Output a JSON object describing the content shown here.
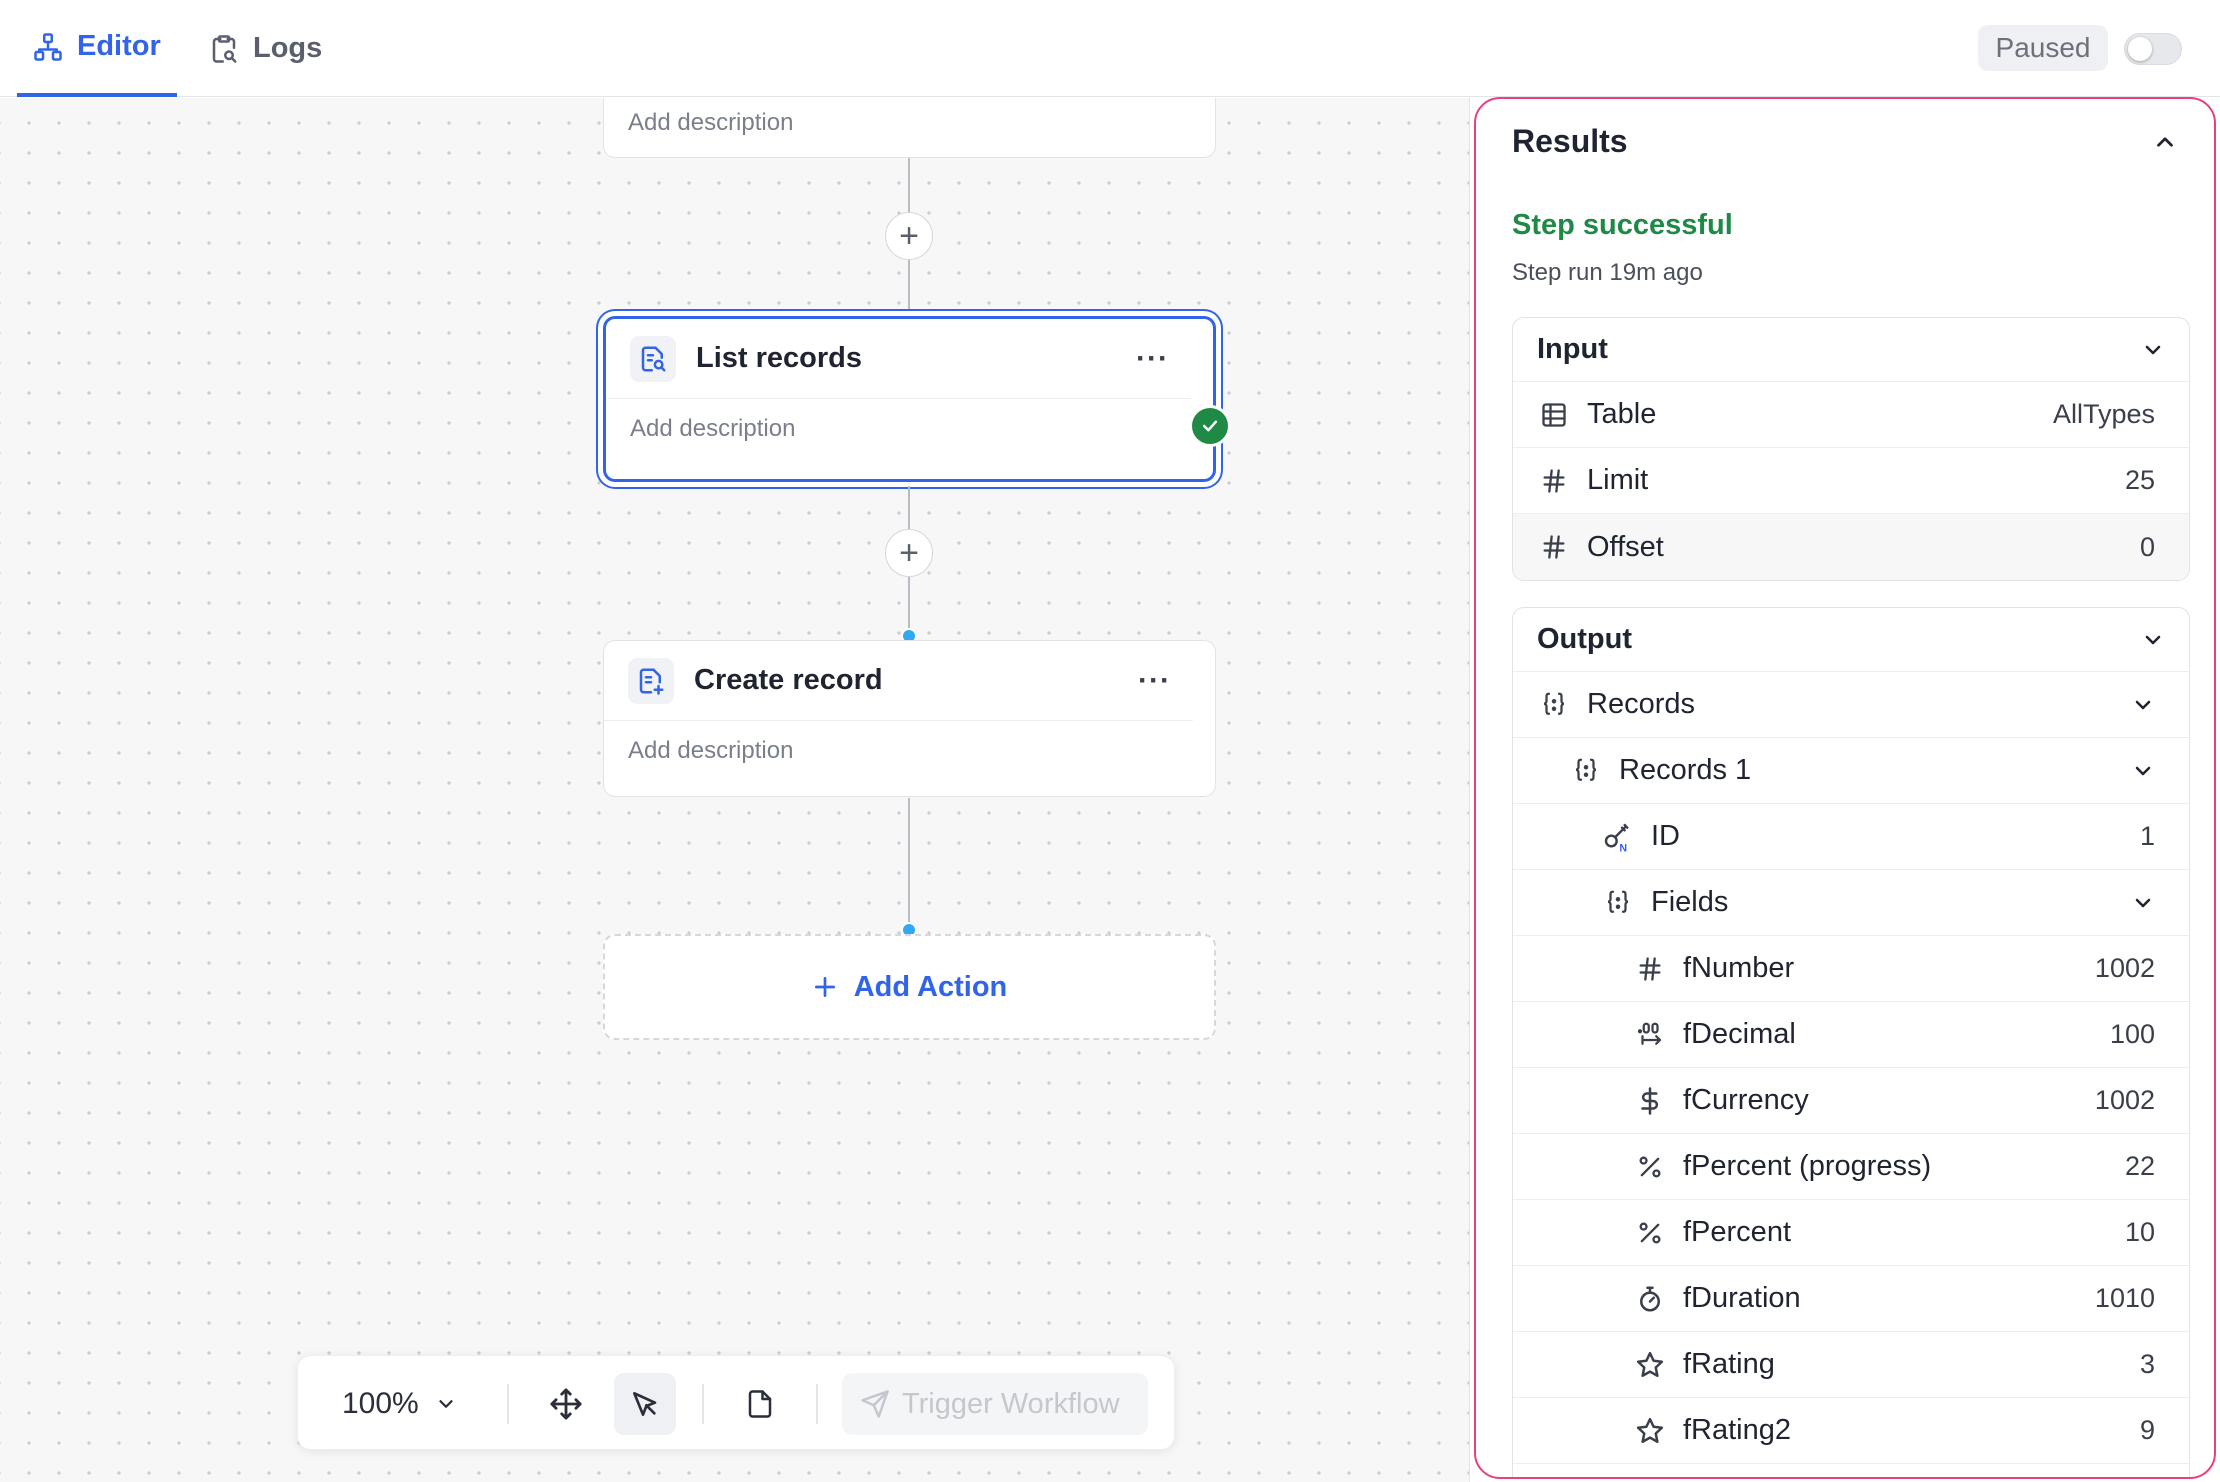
{
  "tabs": [
    {
      "label": "Editor",
      "icon": "workflow-icon",
      "active": true
    },
    {
      "label": "Logs",
      "icon": "clipboard-search-icon",
      "active": false
    }
  ],
  "status": {
    "label": "Paused",
    "enabled": false
  },
  "canvas": {
    "nodes": [
      {
        "title": "",
        "description": "Add description",
        "partial": true
      },
      {
        "title": "List records",
        "description": "Add description",
        "icon": "list-records-icon",
        "selected": true,
        "success": true
      },
      {
        "title": "Create record",
        "description": "Add description",
        "icon": "create-record-icon",
        "selected": false
      }
    ],
    "add_action": "Add Action"
  },
  "toolbar": {
    "zoom": "100%",
    "trigger": "Trigger Workflow"
  },
  "results": {
    "title": "Results",
    "status": "Step successful",
    "time": "Step run 19m ago",
    "input": {
      "title": "Input",
      "rows": [
        {
          "icon": "table-icon",
          "label": "Table",
          "value": "AllTypes"
        },
        {
          "icon": "hash-icon",
          "label": "Limit",
          "value": "25"
        },
        {
          "icon": "hash-icon",
          "label": "Offset",
          "value": "0"
        }
      ]
    },
    "output": {
      "title": "Output",
      "rows": [
        {
          "icon": "object-braces-icon",
          "label": "Records",
          "value": "",
          "depth": 0,
          "expandable": true
        },
        {
          "icon": "object-braces-icon",
          "label": "Records 1",
          "value": "",
          "depth": 1,
          "expandable": true
        },
        {
          "icon": "key-icon",
          "label": "ID",
          "value": "1",
          "depth": 2,
          "expandable": false
        },
        {
          "icon": "object-braces-icon",
          "label": "Fields",
          "value": "",
          "depth": 2,
          "expandable": true
        },
        {
          "icon": "hash-icon",
          "label": "fNumber",
          "value": "1002",
          "depth": 3,
          "expandable": false
        },
        {
          "icon": "decimal-icon",
          "label": "fDecimal",
          "value": "100",
          "depth": 3,
          "expandable": false
        },
        {
          "icon": "dollar-icon",
          "label": "fCurrency",
          "value": "1002",
          "depth": 3,
          "expandable": false
        },
        {
          "icon": "percent-icon",
          "label": "fPercent (progress)",
          "value": "22",
          "depth": 3,
          "expandable": false
        },
        {
          "icon": "percent-icon",
          "label": "fPercent",
          "value": "10",
          "depth": 3,
          "expandable": false
        },
        {
          "icon": "stopwatch-icon",
          "label": "fDuration",
          "value": "1010",
          "depth": 3,
          "expandable": false
        },
        {
          "icon": "star-icon",
          "label": "fRating",
          "value": "3",
          "depth": 3,
          "expandable": false
        },
        {
          "icon": "star-icon",
          "label": "fRating2",
          "value": "9",
          "depth": 3,
          "expandable": false
        }
      ]
    }
  }
}
